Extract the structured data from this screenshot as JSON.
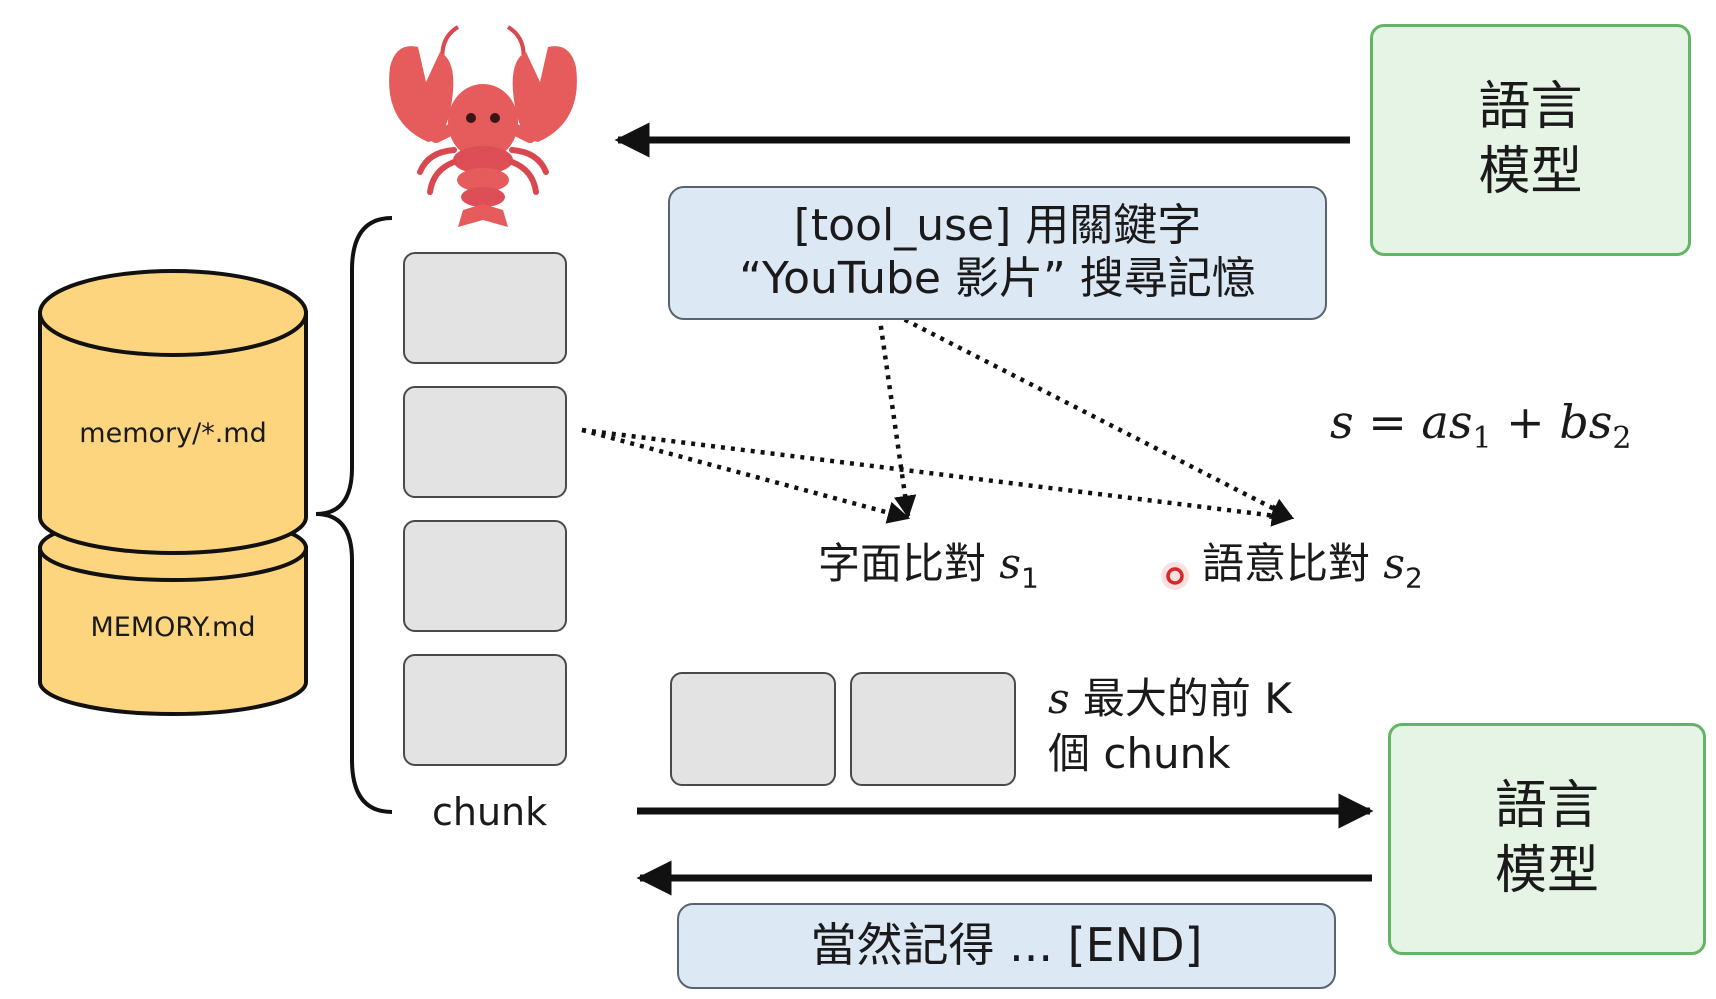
{
  "lm_top": {
    "line1": "語言",
    "line2": "模型"
  },
  "lm_bottom": {
    "line1": "語言",
    "line2": "模型"
  },
  "tool_use": {
    "line1": "[tool_use] 用關鍵字",
    "line2": "“YouTube 影片” 搜尋記憶"
  },
  "database": {
    "upper_label": "memory/*.md",
    "lower_label": "MEMORY.md"
  },
  "chunk_label": "chunk",
  "formula": {
    "s": "s",
    "eq": "=",
    "a": "a",
    "s1": "s",
    "sub1": "1",
    "plus": "+",
    "b": "b",
    "s2": "s",
    "sub2": "2"
  },
  "lexical_match": {
    "text": "字面比對",
    "var": "s",
    "sub": "1"
  },
  "semantic_match": {
    "text": "語意比對",
    "var": "s",
    "sub": "2"
  },
  "topk": {
    "var": "s",
    "line1_rest": " 最大的前 K",
    "line2": "個 chunk"
  },
  "response": {
    "text": "當然記得 ... [END]"
  },
  "icons": {
    "lobster": "lobster-icon"
  },
  "colors": {
    "lm_fill": "#e6f4e6",
    "lm_border": "#63b566",
    "query_fill": "#dde8f5",
    "db_fill": "#fcd57e",
    "chunk_fill": "#e3e3e3",
    "lobster": "#e65b5b"
  }
}
